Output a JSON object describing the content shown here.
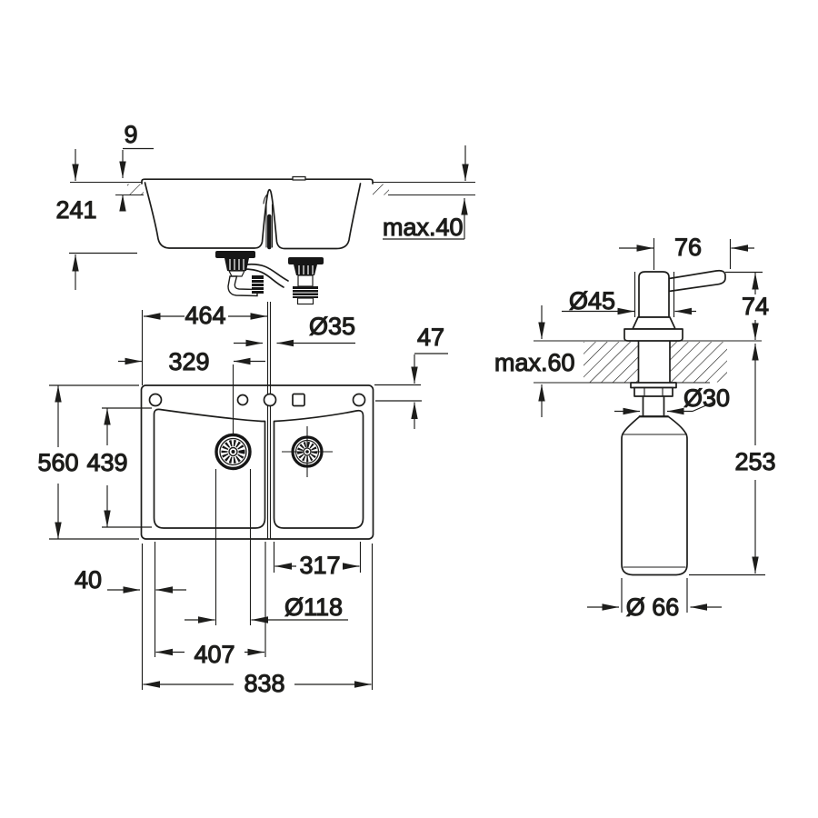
{
  "colors": {
    "line": "#1d1d1b",
    "background": "#ffffff"
  },
  "dims": {
    "side": {
      "rim_overlap": "9",
      "depth": "241",
      "worktop_max": "max.40"
    },
    "plan": {
      "left_edge_to_tap": "464",
      "tap_hole": "Ø35",
      "tap_offset": "47",
      "left_edge_to_drain": "329",
      "depth": "560",
      "inner_depth": "439",
      "edge_margin": "40",
      "right_bowl": "317",
      "drain": "Ø118",
      "left_bowl": "407",
      "width": "838"
    },
    "dispenser": {
      "spout_reach": "76",
      "head": "Ø45",
      "height_above": "74",
      "worktop_max": "max.60",
      "shank": "Ø30",
      "below_length": "253",
      "bottle": "Ø 66"
    }
  }
}
